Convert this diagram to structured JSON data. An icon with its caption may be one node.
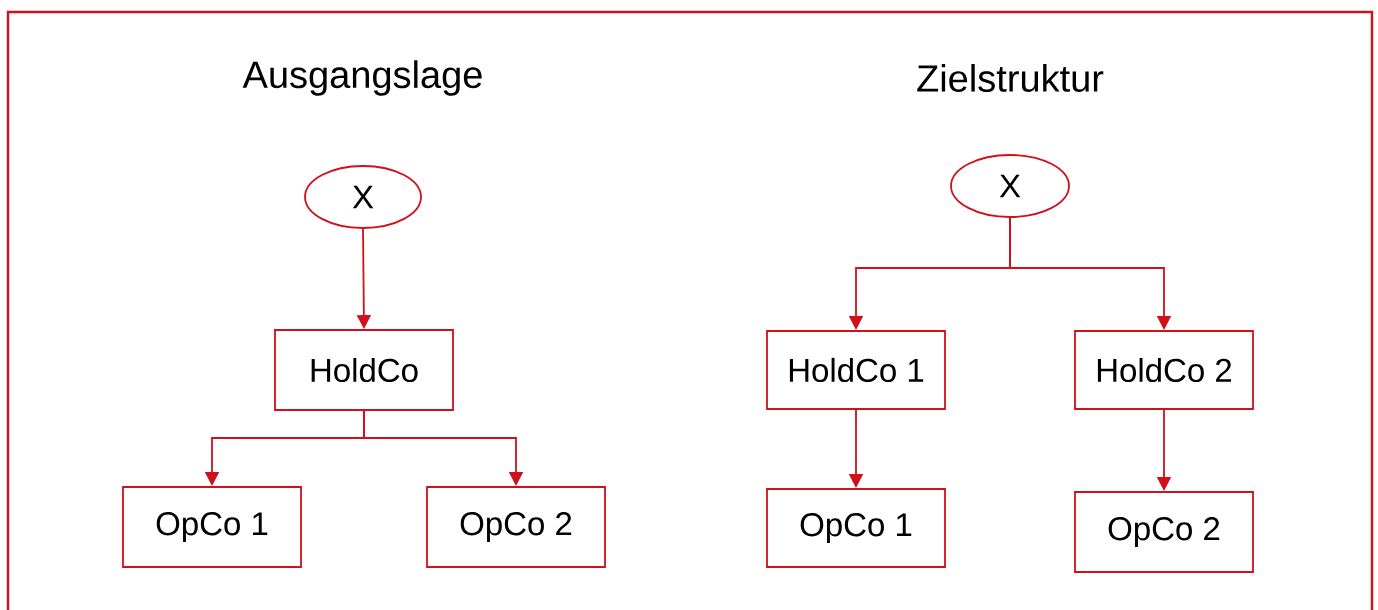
{
  "diagram": {
    "nodes": [
      {
        "text": [
          "X"
        ]
      },
      {
        "text": [
          "HoldCo"
        ]
      },
      {
        "text": [
          "OpCo 1"
        ]
      },
      {
        "text": [
          "OpCo 2"
        ]
      },
      {
        "text": [
          "X"
        ]
      },
      {
        "text": [
          "HoldCo 1"
        ]
      },
      {
        "text": [
          "HoldCo 2"
        ]
      },
      {
        "text": [
          "OpCo 1"
        ]
      },
      {
        "text": [
          "OpCo 2"
        ]
      }
    ],
    "edges": [
      {
        "from": 0,
        "to": 1,
        "arrow": "to"
      },
      {
        "from": 1,
        "to": 2,
        "arrow": "to"
      },
      {
        "from": 1,
        "to": 3,
        "arrow": "to"
      },
      {
        "from": 4,
        "to": 5,
        "arrow": "to"
      },
      {
        "from": 4,
        "to": 6,
        "arrow": "to"
      },
      {
        "from": 5,
        "to": 7,
        "arrow": "to"
      },
      {
        "from": 6,
        "to": 8,
        "arrow": "to"
      }
    ],
    "labels": [
      "Ausgangslage",
      "Zielstruktur"
    ]
  }
}
